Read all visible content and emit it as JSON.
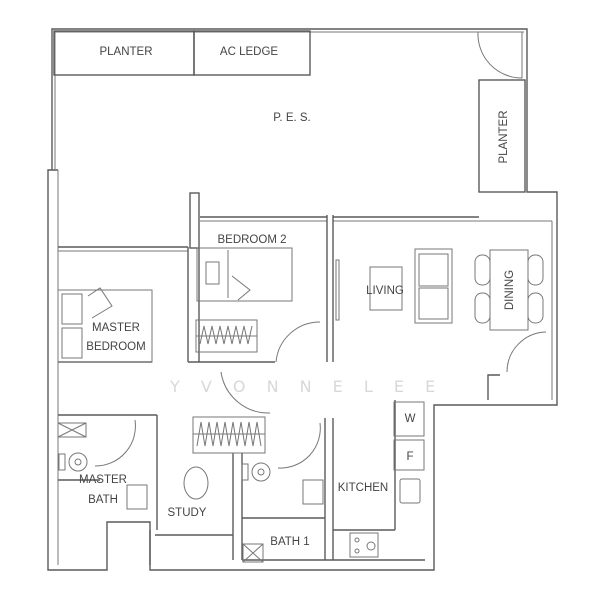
{
  "plan": {
    "labels": {
      "planter_top": "PLANTER",
      "ac_ledge": "AC LEDGE",
      "pes": "P. E. S.",
      "planter_right": "PLANTER",
      "bedroom2": "BEDROOM 2",
      "living": "LIVING",
      "dining": "DINING",
      "master_bedroom_1": "MASTER",
      "master_bedroom_2": "BEDROOM",
      "master_bath_1": "MASTER",
      "master_bath_2": "BATH",
      "study": "STUDY",
      "kitchen": "KITCHEN",
      "bath1": "BATH 1",
      "washer": "W",
      "fridge": "F"
    },
    "watermark": "Y V O N N E   L E E",
    "line_color": "#5a5a5a"
  }
}
